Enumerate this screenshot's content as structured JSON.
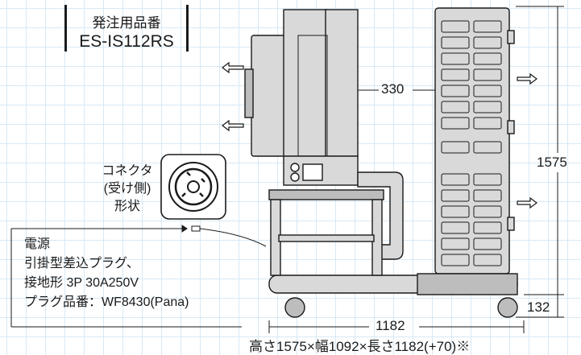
{
  "part_label": {
    "title": "発注用品番",
    "number": "ES-IS112RS"
  },
  "connector": {
    "caption_line1": "コネクタ",
    "caption_line2": "(受け側)",
    "caption_line3": "形状"
  },
  "power": {
    "heading": "電源",
    "line1": "引掛型差込プラグ、",
    "line2": "接地形 3P 30A250V",
    "line3": "プラグ品番：WF8430(Pana)"
  },
  "dimensions": {
    "depth_inner": "330",
    "height": "1575",
    "base_height": "132",
    "length": "1182"
  },
  "footer": {
    "spec": "高さ1575×幅1092×長さ1182(+70)※"
  },
  "colors": {
    "body_fill": "#d9d9d9",
    "body_dark": "#bdbdbd",
    "line": "#1a1a1a",
    "grid": "#d7e9f5"
  }
}
